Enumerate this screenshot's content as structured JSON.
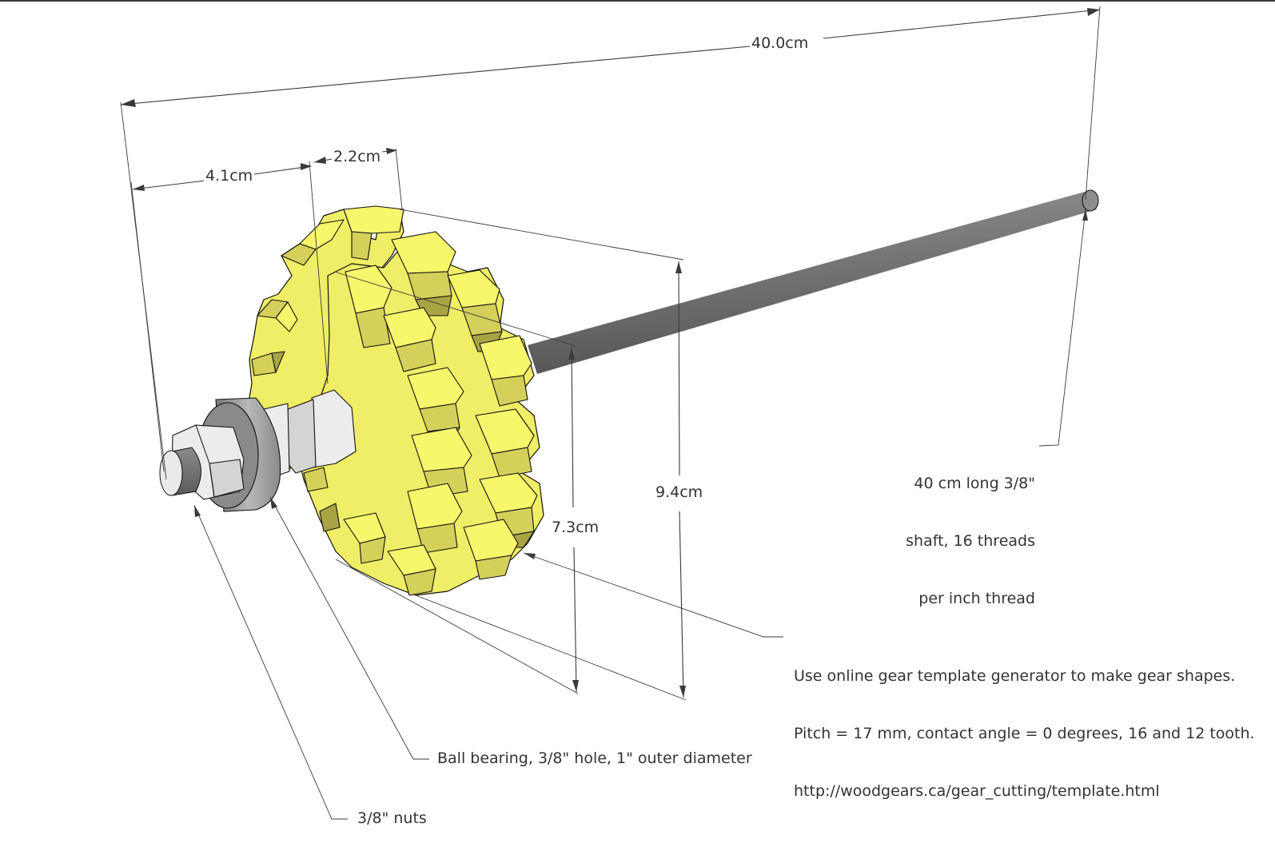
{
  "diagram": {
    "title": "Gear shaft assembly",
    "colors": {
      "gear": "#f0ee66",
      "shaft": "#7a7a7a",
      "nut": "#ececec",
      "bearing": "#9a9a9a",
      "annotation": "#3a3a3a"
    },
    "dimensions": {
      "overall_length": "40.0cm",
      "nut_stack_length": "4.1cm",
      "gear_thickness": "2.2cm",
      "large_gear_diameter": "9.4cm",
      "small_gear_diameter": "7.3cm"
    },
    "callouts": {
      "shaft": {
        "lines": [
          "40 cm long 3/8\"",
          "shaft, 16 threads",
          "per inch thread"
        ]
      },
      "gears": {
        "lines": [
          "Use online gear template generator to make gear shapes.",
          "Pitch = 17 mm, contact angle = 0 degrees, 16 and 12 tooth.",
          "http://woodgears.ca/gear_cutting/template.html"
        ]
      },
      "bearing": {
        "text": "Ball bearing, 3/8\" hole, 1\" outer diameter"
      },
      "nuts": {
        "text": "3/8\" nuts"
      }
    }
  }
}
